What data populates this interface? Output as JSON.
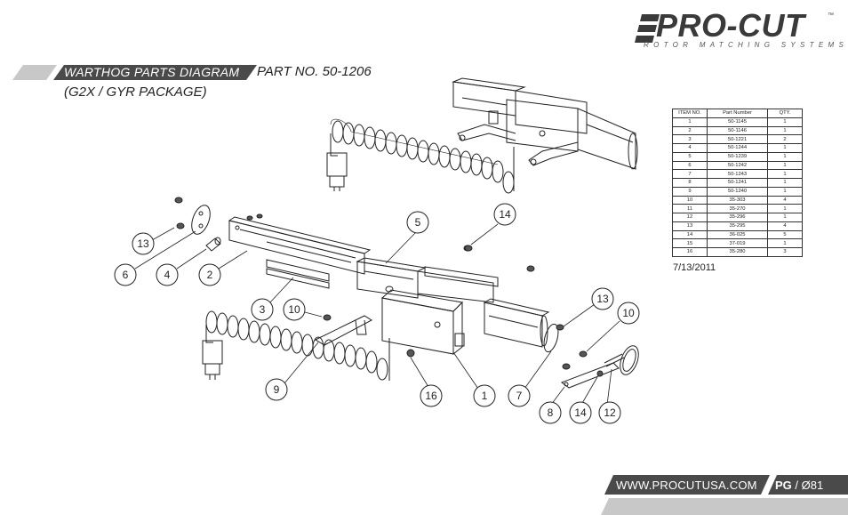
{
  "header": {
    "logo_text": "PRO-CUT",
    "logo_tm": "™",
    "logo_subtitle": "ROTOR MATCHING SYSTEMS",
    "title": "WARTHOG PARTS DIAGRAM",
    "part_no": "PART NO. 50-1206",
    "package": "(G2X / GYR PACKAGE)"
  },
  "callouts": [
    "13",
    "6",
    "4",
    "2",
    "5",
    "14",
    "3",
    "10",
    "9",
    "16",
    "1",
    "7",
    "13",
    "10",
    "8",
    "14",
    "12"
  ],
  "parts_table": {
    "headers": [
      "ITEM NO.",
      "Part Number",
      "QTY."
    ],
    "rows": [
      [
        "1",
        "50-1145",
        "1"
      ],
      [
        "2",
        "50-1146",
        "1"
      ],
      [
        "3",
        "50-1221",
        "2"
      ],
      [
        "4",
        "50-1244",
        "1"
      ],
      [
        "5",
        "50-1239",
        "1"
      ],
      [
        "6",
        "50-1242",
        "1"
      ],
      [
        "7",
        "50-1243",
        "1"
      ],
      [
        "8",
        "50-1241",
        "1"
      ],
      [
        "9",
        "50-1240",
        "1"
      ],
      [
        "10",
        "35-303",
        "4"
      ],
      [
        "11",
        "35-270",
        "1"
      ],
      [
        "12",
        "35-296",
        "1"
      ],
      [
        "13",
        "35-295",
        "4"
      ],
      [
        "14",
        "36-025",
        "5"
      ],
      [
        "15",
        "37-019",
        "1"
      ],
      [
        "16",
        "35-280",
        "3"
      ]
    ]
  },
  "date": "7/13/2011",
  "footer": {
    "url": "WWW.PROCUTUSA.COM",
    "page_label": "PG",
    "page_number": "Ø81"
  },
  "colors": {
    "bar_dark": "#4a4a4a",
    "bar_light": "#c8c8c8",
    "ink": "#222222"
  }
}
